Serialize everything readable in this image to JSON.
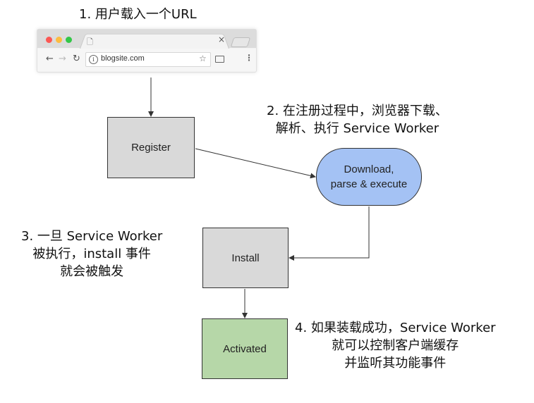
{
  "captions": {
    "step1": "1. 用户载入一个URL",
    "step2": [
      "2. 在注册过程中，浏览器下载、",
      "解析、执行 Service Worker"
    ],
    "step3": [
      "3. 一旦 Service Worker",
      "被执行，install 事件",
      "就会被触发"
    ],
    "step4": [
      "4. 如果装载成功，Service Worker",
      "就可以控制客户端缓存",
      "并监听其功能事件"
    ]
  },
  "browser": {
    "url": "blogsite.com",
    "tab_close": "×",
    "icons": [
      "back-arrow-icon",
      "forward-arrow-icon",
      "reload-icon",
      "info-icon",
      "star-icon",
      "cast-icon",
      "menu-icon",
      "page-icon"
    ]
  },
  "nodes": {
    "register": "Register",
    "download_line1": "Download,",
    "download_line2": "parse & execute",
    "install": "Install",
    "activated": "Activated"
  },
  "colors": {
    "gray_box": "#d9d9d9",
    "blue_box": "#a4c2f4",
    "green_box": "#b6d7a8",
    "close_red": "#fc5753",
    "min_yellow": "#fdbc40",
    "max_green": "#33c748"
  }
}
